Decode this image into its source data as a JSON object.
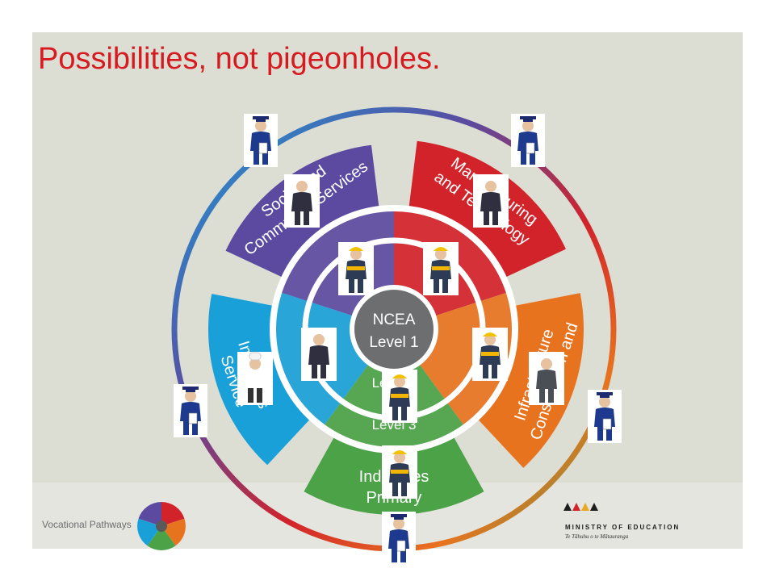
{
  "title": "Possibilities, not pigeonholes.",
  "wheel": {
    "center": [
      "NCEA",
      "Level 1"
    ],
    "level2": "Level 2",
    "level3": "Level 3",
    "sectors": [
      {
        "name": "Social and Community Services",
        "color": "#5b4aa0",
        "lines": [
          "Social and",
          "Community Services"
        ]
      },
      {
        "name": "Manufacturing and Technology",
        "color": "#d2232a",
        "lines": [
          "Manufacturing",
          "and Technology"
        ]
      },
      {
        "name": "Construction and Infrastructure",
        "color": "#e8731f",
        "lines": [
          "Construction and",
          "Infrastructure"
        ]
      },
      {
        "name": "Primary Industries",
        "color": "#4ba247",
        "lines": [
          "Primary",
          "Industries"
        ]
      },
      {
        "name": "Service Industries",
        "color": "#1aa0d8",
        "lines": [
          "Service",
          "Industries"
        ]
      }
    ]
  },
  "brand": {
    "vocational_pathways": "Vocational Pathways",
    "moe_name": "MINISTRY OF EDUCATION",
    "moe_tagline": "Te Tāhuhu o te Mātauranga"
  }
}
